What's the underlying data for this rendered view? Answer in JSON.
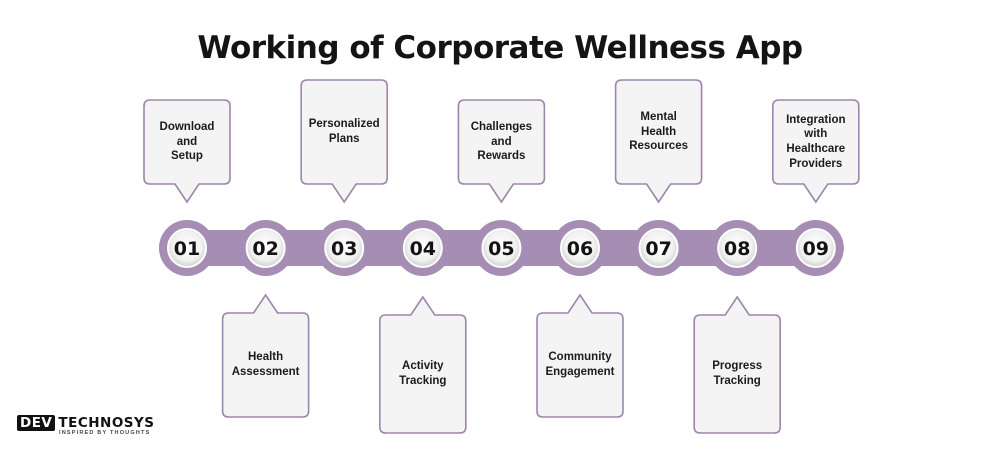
{
  "title": "Working of Corporate Wellness App",
  "colors": {
    "accent": "#a58db3",
    "border": "#9e85ac",
    "box_fill": "#f4f4f4",
    "text": "#141414"
  },
  "steps": [
    {
      "number": "01",
      "label": "Download and\nSetup",
      "position": "top"
    },
    {
      "number": "02",
      "label": "Health\nAssessment",
      "position": "bottom"
    },
    {
      "number": "03",
      "label": "Personalized\nPlans",
      "position": "top"
    },
    {
      "number": "04",
      "label": "Activity\nTracking",
      "position": "bottom"
    },
    {
      "number": "05",
      "label": "Challenges and\nRewards",
      "position": "top"
    },
    {
      "number": "06",
      "label": "Community\nEngagement",
      "position": "bottom"
    },
    {
      "number": "07",
      "label": "Mental Health\nResources",
      "position": "top"
    },
    {
      "number": "08",
      "label": "Progress\nTracking",
      "position": "bottom"
    },
    {
      "number": "09",
      "label": "Integration\nwith\nHealthcare\nProviders",
      "position": "top"
    }
  ],
  "logo": {
    "brand_a": "DEV",
    "brand_b": "TECHNOSYS",
    "tagline": "INSPIRED BY THOUGHTS"
  }
}
